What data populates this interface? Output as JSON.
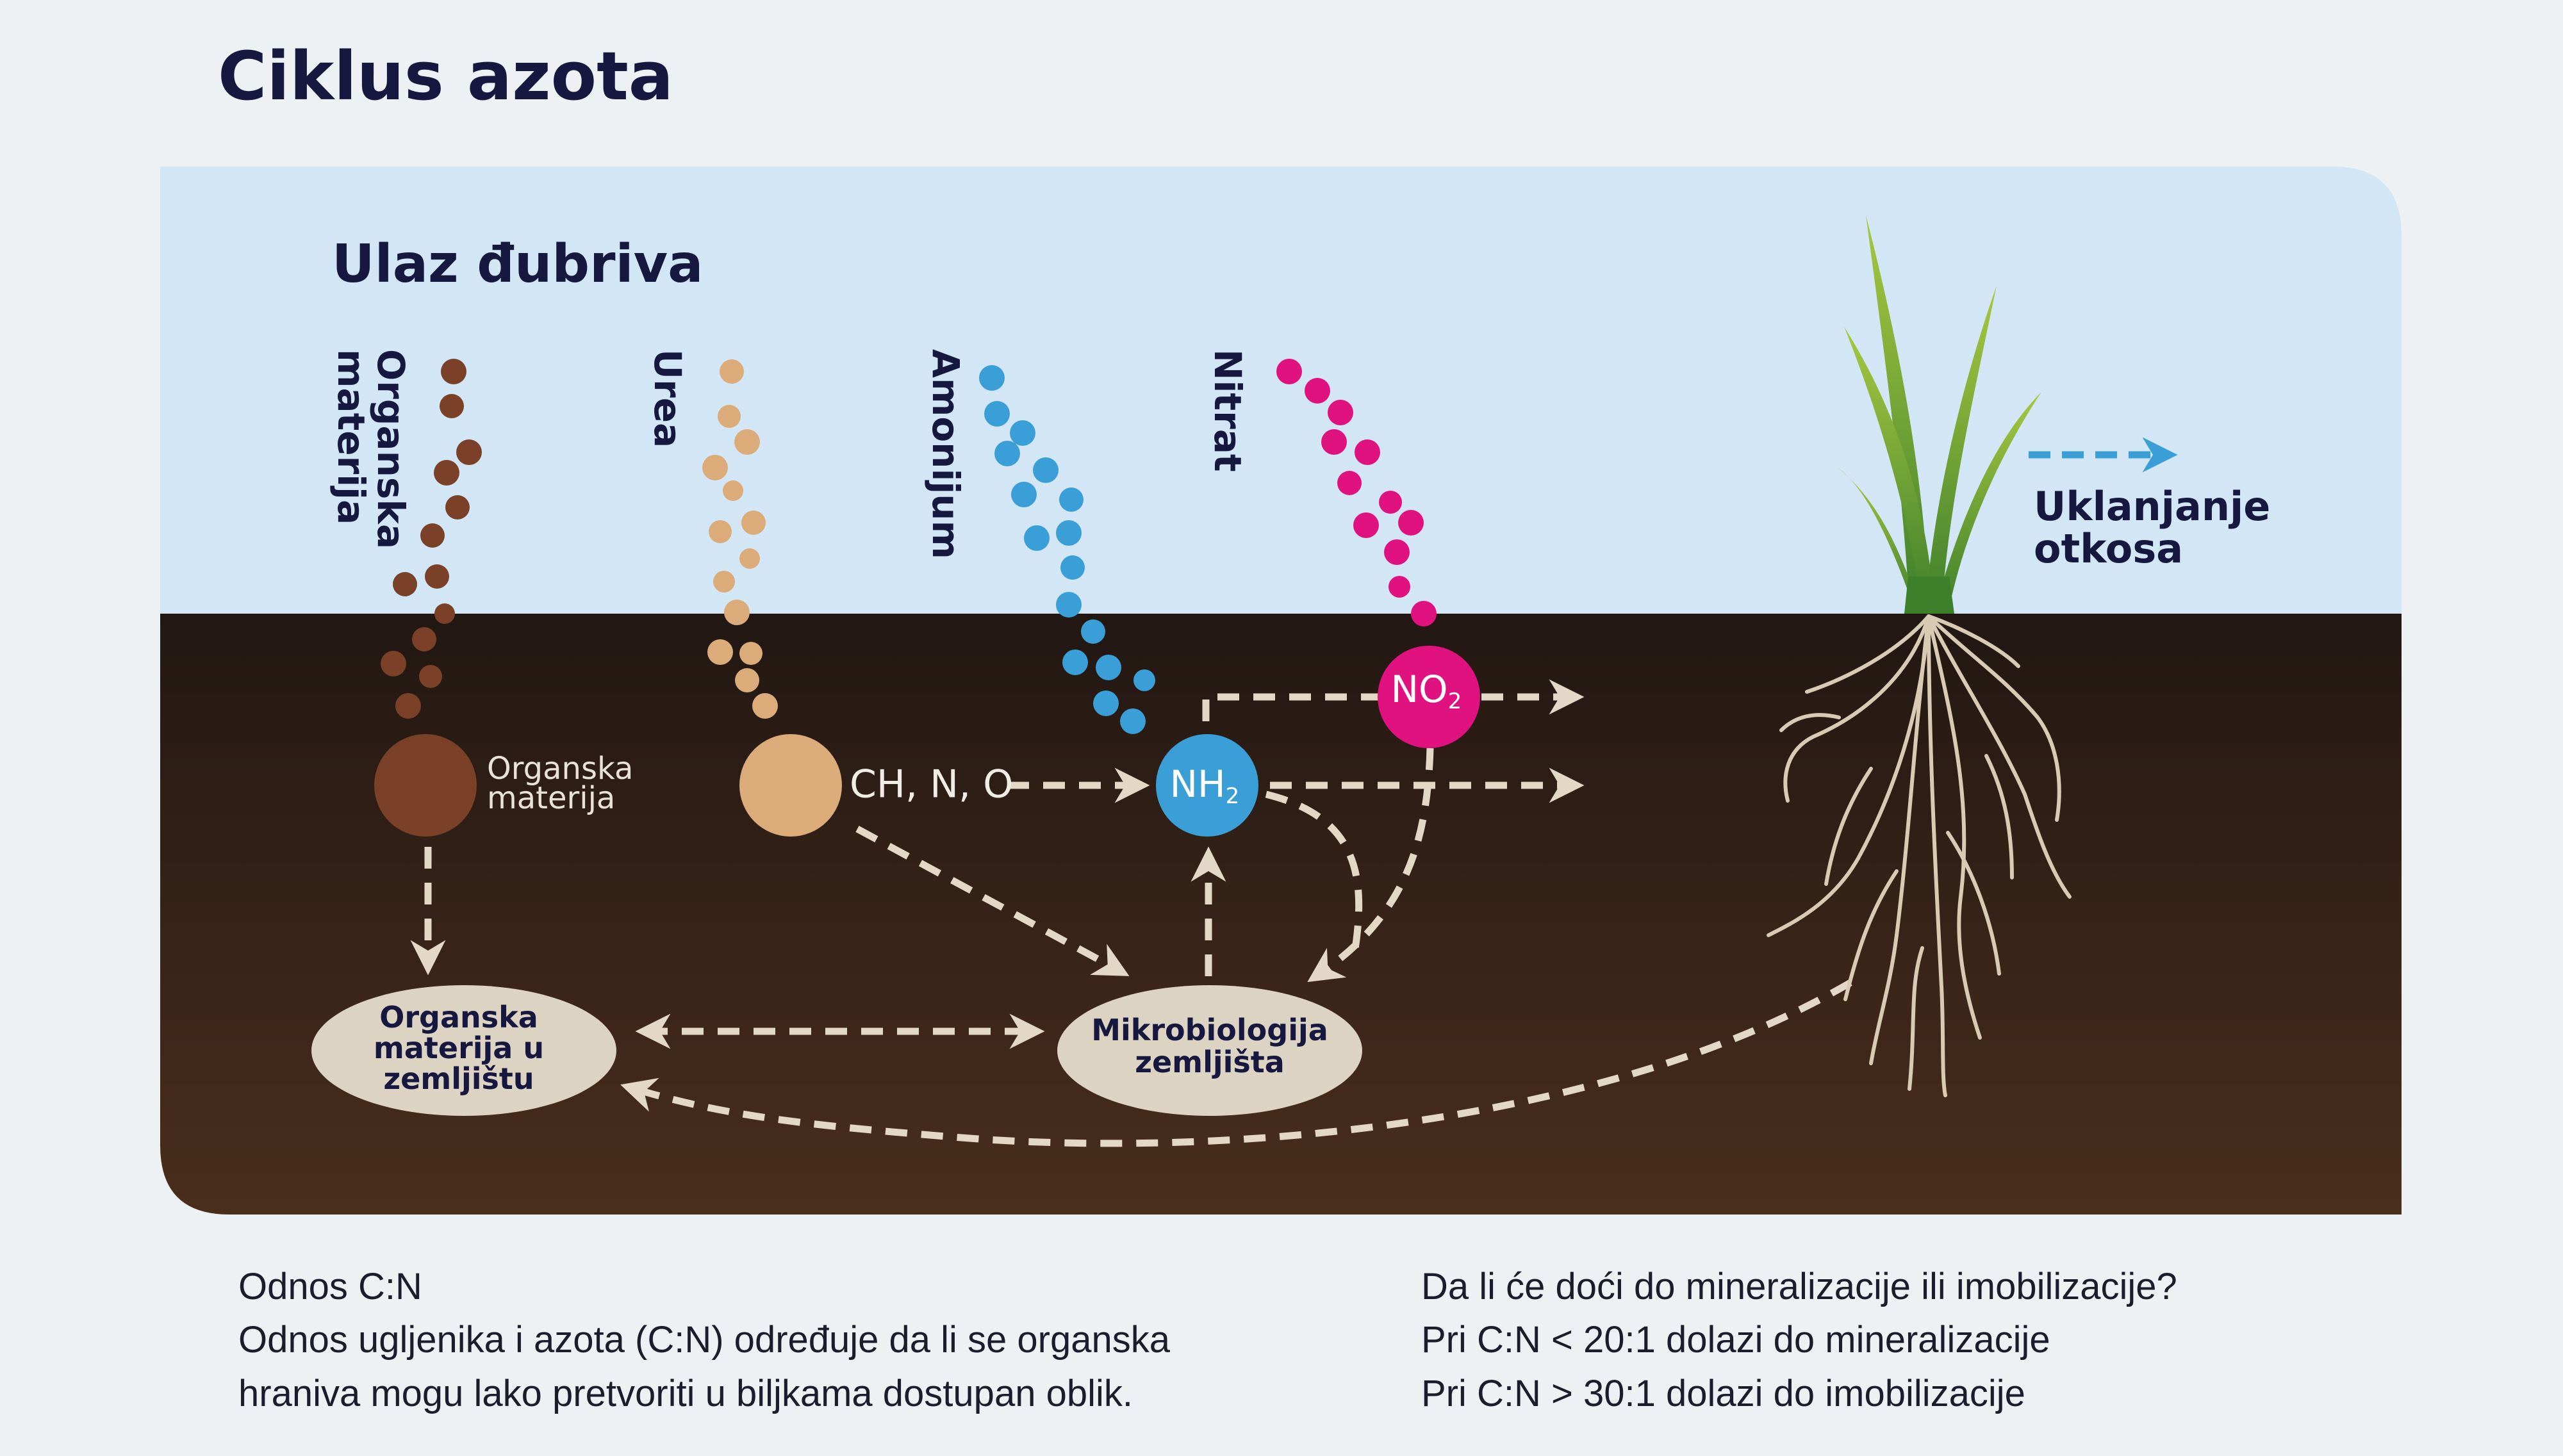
{
  "title": "Ciklus azota",
  "diagram": {
    "input_heading": "Ulaz đubriva",
    "inputs": [
      {
        "label_line1": "Organska",
        "label_line2": "materija",
        "color": "#7a4128"
      },
      {
        "label": "Urea",
        "color": "#dbab7a"
      },
      {
        "label": "Amonijum",
        "color": "#3a9fd6"
      },
      {
        "label": "Nitrat",
        "color": "#e0127f"
      }
    ],
    "soil_nodes": {
      "organic_matter": {
        "line1": "Organska",
        "line2": "materija",
        "color": "#7a4128"
      },
      "urea": {
        "label": "CH, N, O",
        "color": "#dbab7a"
      },
      "nh2": {
        "label": "NH",
        "sub": "2",
        "color": "#3a9fd6"
      },
      "no2": {
        "label": "NO",
        "sub": "2",
        "color": "#e0127f"
      }
    },
    "pools": {
      "soil_organic": {
        "line1": "Organska",
        "line2": "materija u",
        "line3": "zemljištu"
      },
      "microbiology": {
        "line1": "Mikrobiologija",
        "line2": "zemljišta"
      }
    },
    "removal": {
      "line1": "Uklanjanje",
      "line2": "otkosa",
      "arrow_color": "#3a9fd6"
    },
    "colors": {
      "sky": "#d3e6f6",
      "soil_top": "#221713",
      "soil_bottom": "#4a2e1c",
      "pool_fill": "#ddd3c2",
      "arrow": "#e3d8c6",
      "grass_light": "#9fc23f",
      "grass_dark": "#3e7f2c",
      "roots": "#d9cbb3"
    }
  },
  "footer": {
    "left": {
      "title": "Odnos C:N",
      "line1": "Odnos ugljenika i azota (C:N) određuje da li se organska",
      "line2": "hraniva mogu lako pretvoriti u biljkama dostupan oblik."
    },
    "right": {
      "title": "Da li će doći do mineralizacije ili imobilizacije?",
      "line1": "Pri C:N < 20:1 dolazi do mineralizacije",
      "line2": "Pri C:N > 30:1 dolazi do imobilizacije"
    }
  }
}
